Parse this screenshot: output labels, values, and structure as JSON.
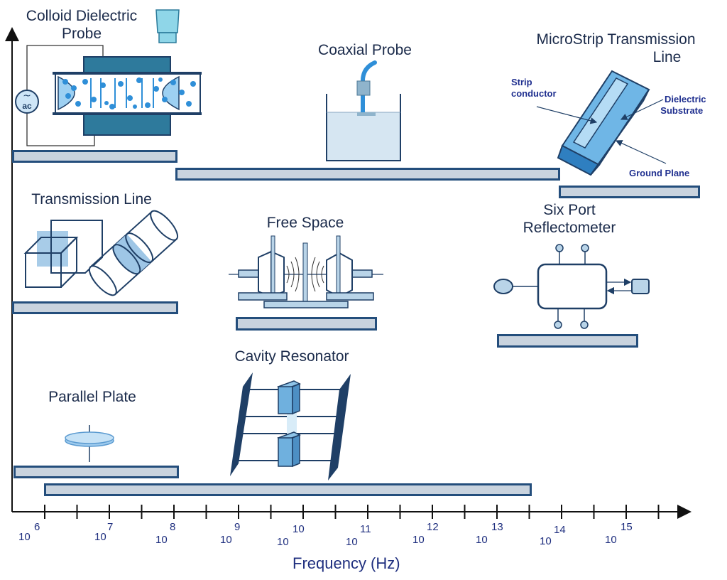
{
  "axis": {
    "title": "Frequency (Hz)"
  },
  "ticks": [
    {
      "base": "10",
      "exp": "6"
    },
    {
      "base": "10",
      "exp": "7"
    },
    {
      "base": "10",
      "exp": "8"
    },
    {
      "base": "10",
      "exp": "9"
    },
    {
      "base": "10",
      "exp": "10"
    },
    {
      "base": "10",
      "exp": "11"
    },
    {
      "base": "10",
      "exp": "12"
    },
    {
      "base": "10",
      "exp": "13"
    },
    {
      "base": "10",
      "exp": "14"
    },
    {
      "base": "10",
      "exp": "15"
    }
  ],
  "methods": {
    "colloid": {
      "line1": "Colloid Dielectric",
      "line2": "Probe",
      "source_label": "ac"
    },
    "coaxial": {
      "label": "Coaxial Probe"
    },
    "microstrip": {
      "line1": "MicroStrip Transmission",
      "line2": "Line",
      "strip1": "Strip",
      "strip2": "conductor",
      "diel1": "Dielectric",
      "diel2": "Substrate",
      "ground": "Ground Plane"
    },
    "transmission": {
      "label": "Transmission Line"
    },
    "free_space": {
      "label": "Free Space"
    },
    "six_port": {
      "line1": "Six Port",
      "line2": "Reflectometer"
    },
    "cavity": {
      "label": "Cavity Resonator"
    },
    "parallel": {
      "label": "Parallel Plate"
    }
  },
  "colors": {
    "bar_fill": "#c9d3de",
    "bar_stroke": "#244e7c",
    "line_dark": "#1f3f66",
    "accent_blue": "#2f8fd8",
    "light_blue": "#a8d4f0",
    "axis": "#111111"
  }
}
